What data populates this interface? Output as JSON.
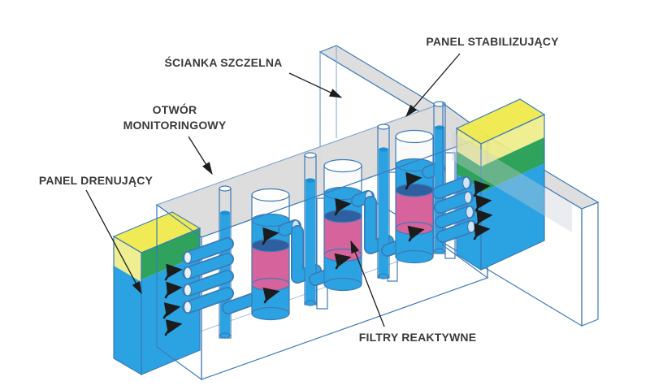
{
  "labels": {
    "sheet_pile_wall": "ŚCIANKA SZCZELNA",
    "stabilizing_panel": "PANEL STABILIZUJĄCY",
    "monitoring_well_line1": "OTWÓR",
    "monitoring_well_line2": "MONITORINGOWY",
    "drainage_panel": "PANEL DRENUJĄCY",
    "reactive_filters": "FILTRY REAKTYWNE"
  },
  "colors": {
    "bg": "#ffffff",
    "water": "#2ba3e2",
    "waterDark": "#1e8fd2",
    "outline": "#3d7ab8",
    "outlineLight": "#7fa5ce",
    "pink": "#d6639b",
    "capBlue": "#2e5f9e",
    "yellow": "#efea4d",
    "paleYellow": "#edec86",
    "green": "#2fa35c",
    "gray": "#dcdcdc",
    "arrow": "#1c1c1c",
    "text": "#3a3a3a"
  }
}
